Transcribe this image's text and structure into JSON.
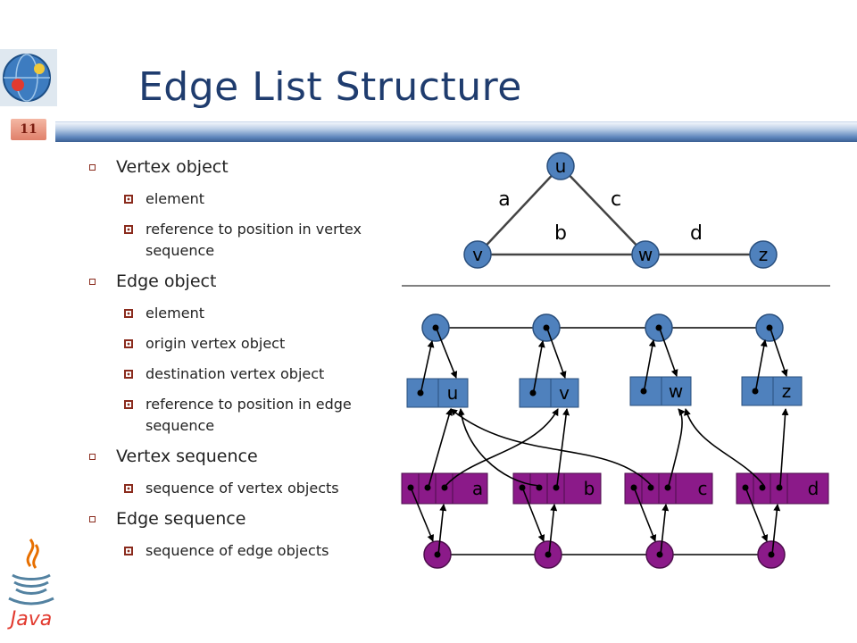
{
  "slide": {
    "title": "Edge List Structure",
    "number": "11"
  },
  "bullets": [
    {
      "text": "Vertex object",
      "sub": [
        "element",
        "reference to position in vertex sequence"
      ]
    },
    {
      "text": "Edge object",
      "sub": [
        "element",
        "origin vertex object",
        "destination vertex object",
        "reference to position in edge sequence"
      ]
    },
    {
      "text": "Vertex sequence",
      "sub": [
        "sequence of vertex objects"
      ]
    },
    {
      "text": "Edge sequence",
      "sub": [
        "sequence of edge objects"
      ]
    }
  ],
  "graph": {
    "vertices": [
      "u",
      "v",
      "w",
      "z"
    ],
    "edges": [
      "a",
      "b",
      "c",
      "d"
    ]
  },
  "structure": {
    "vertex_labels": [
      "u",
      "v",
      "w",
      "z"
    ],
    "edge_labels": [
      "a",
      "b",
      "c",
      "d"
    ]
  },
  "java_logo": {
    "text": "Java"
  },
  "colors": {
    "vertex": "#4f81bd",
    "edge": "#8b1a89",
    "title": "#1f3c6e",
    "bullet": "#8a2b1d"
  }
}
